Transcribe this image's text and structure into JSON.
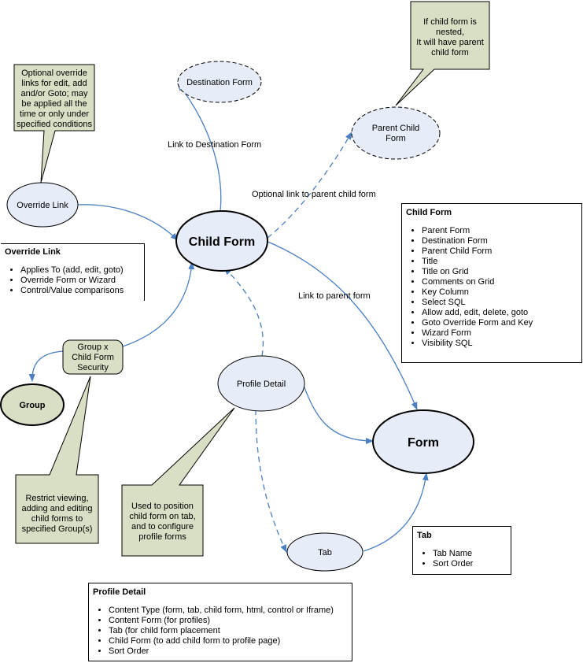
{
  "nodes": {
    "destination_form": "Destination Form",
    "parent_child_form": "Parent Child\nForm",
    "override_link": "Override Link",
    "child_form": "Child Form",
    "group_child_security": "Group x\nChild Form\nSecurity",
    "group": "Group",
    "profile_detail": "Profile Detail",
    "form": "Form",
    "tab": "Tab"
  },
  "edge_labels": {
    "link_destination": "Link to Destination Form",
    "optional_parent": "Optional link to parent child form",
    "link_parent_form": "Link to parent form"
  },
  "callouts": {
    "override": "Optional override\nlinks for edit, add\nand/or Goto; may\nbe applied all the\ntime or only under\nspecified conditions",
    "nested": "If child form is\nnested,\nIt will have parent\nchild form",
    "restrict": "Restrict viewing,\nadding and editing\nchild forms to\nspecified Group(s)",
    "position": "Used to position\nchild form on tab,\nand to configure\nprofile forms"
  },
  "panels": {
    "override_link": {
      "title": "Override Link",
      "items": [
        "Applies To (add, edit, goto)",
        "Override Form or Wizard",
        "Control/Value comparisons"
      ]
    },
    "child_form": {
      "title": "Child Form",
      "items": [
        "Parent Form",
        "Destination Form",
        "Parent Child Form",
        "Title",
        "Title on Grid",
        "Comments on Grid",
        "Key Column",
        "Select SQL",
        "Allow add, edit, delete, goto",
        "Goto Override Form and Key",
        "Wizard Form",
        "Visibility SQL"
      ]
    },
    "tab": {
      "title": "Tab",
      "items": [
        "Tab Name",
        "Sort Order"
      ]
    },
    "profile_detail": {
      "title": "Profile Detail",
      "items": [
        "Content Type (form, tab, child form, html, control or Iframe)",
        "Content Form (for profiles)",
        "Tab (for child form placement",
        "Child Form (to add child form to profile page)",
        "Sort Order"
      ]
    }
  },
  "colors": {
    "node_fill": "#e6ecf8",
    "group_fill": "#d8dfc4",
    "callout_fill": "#d8dfc4",
    "edge": "#4a7fc1"
  }
}
